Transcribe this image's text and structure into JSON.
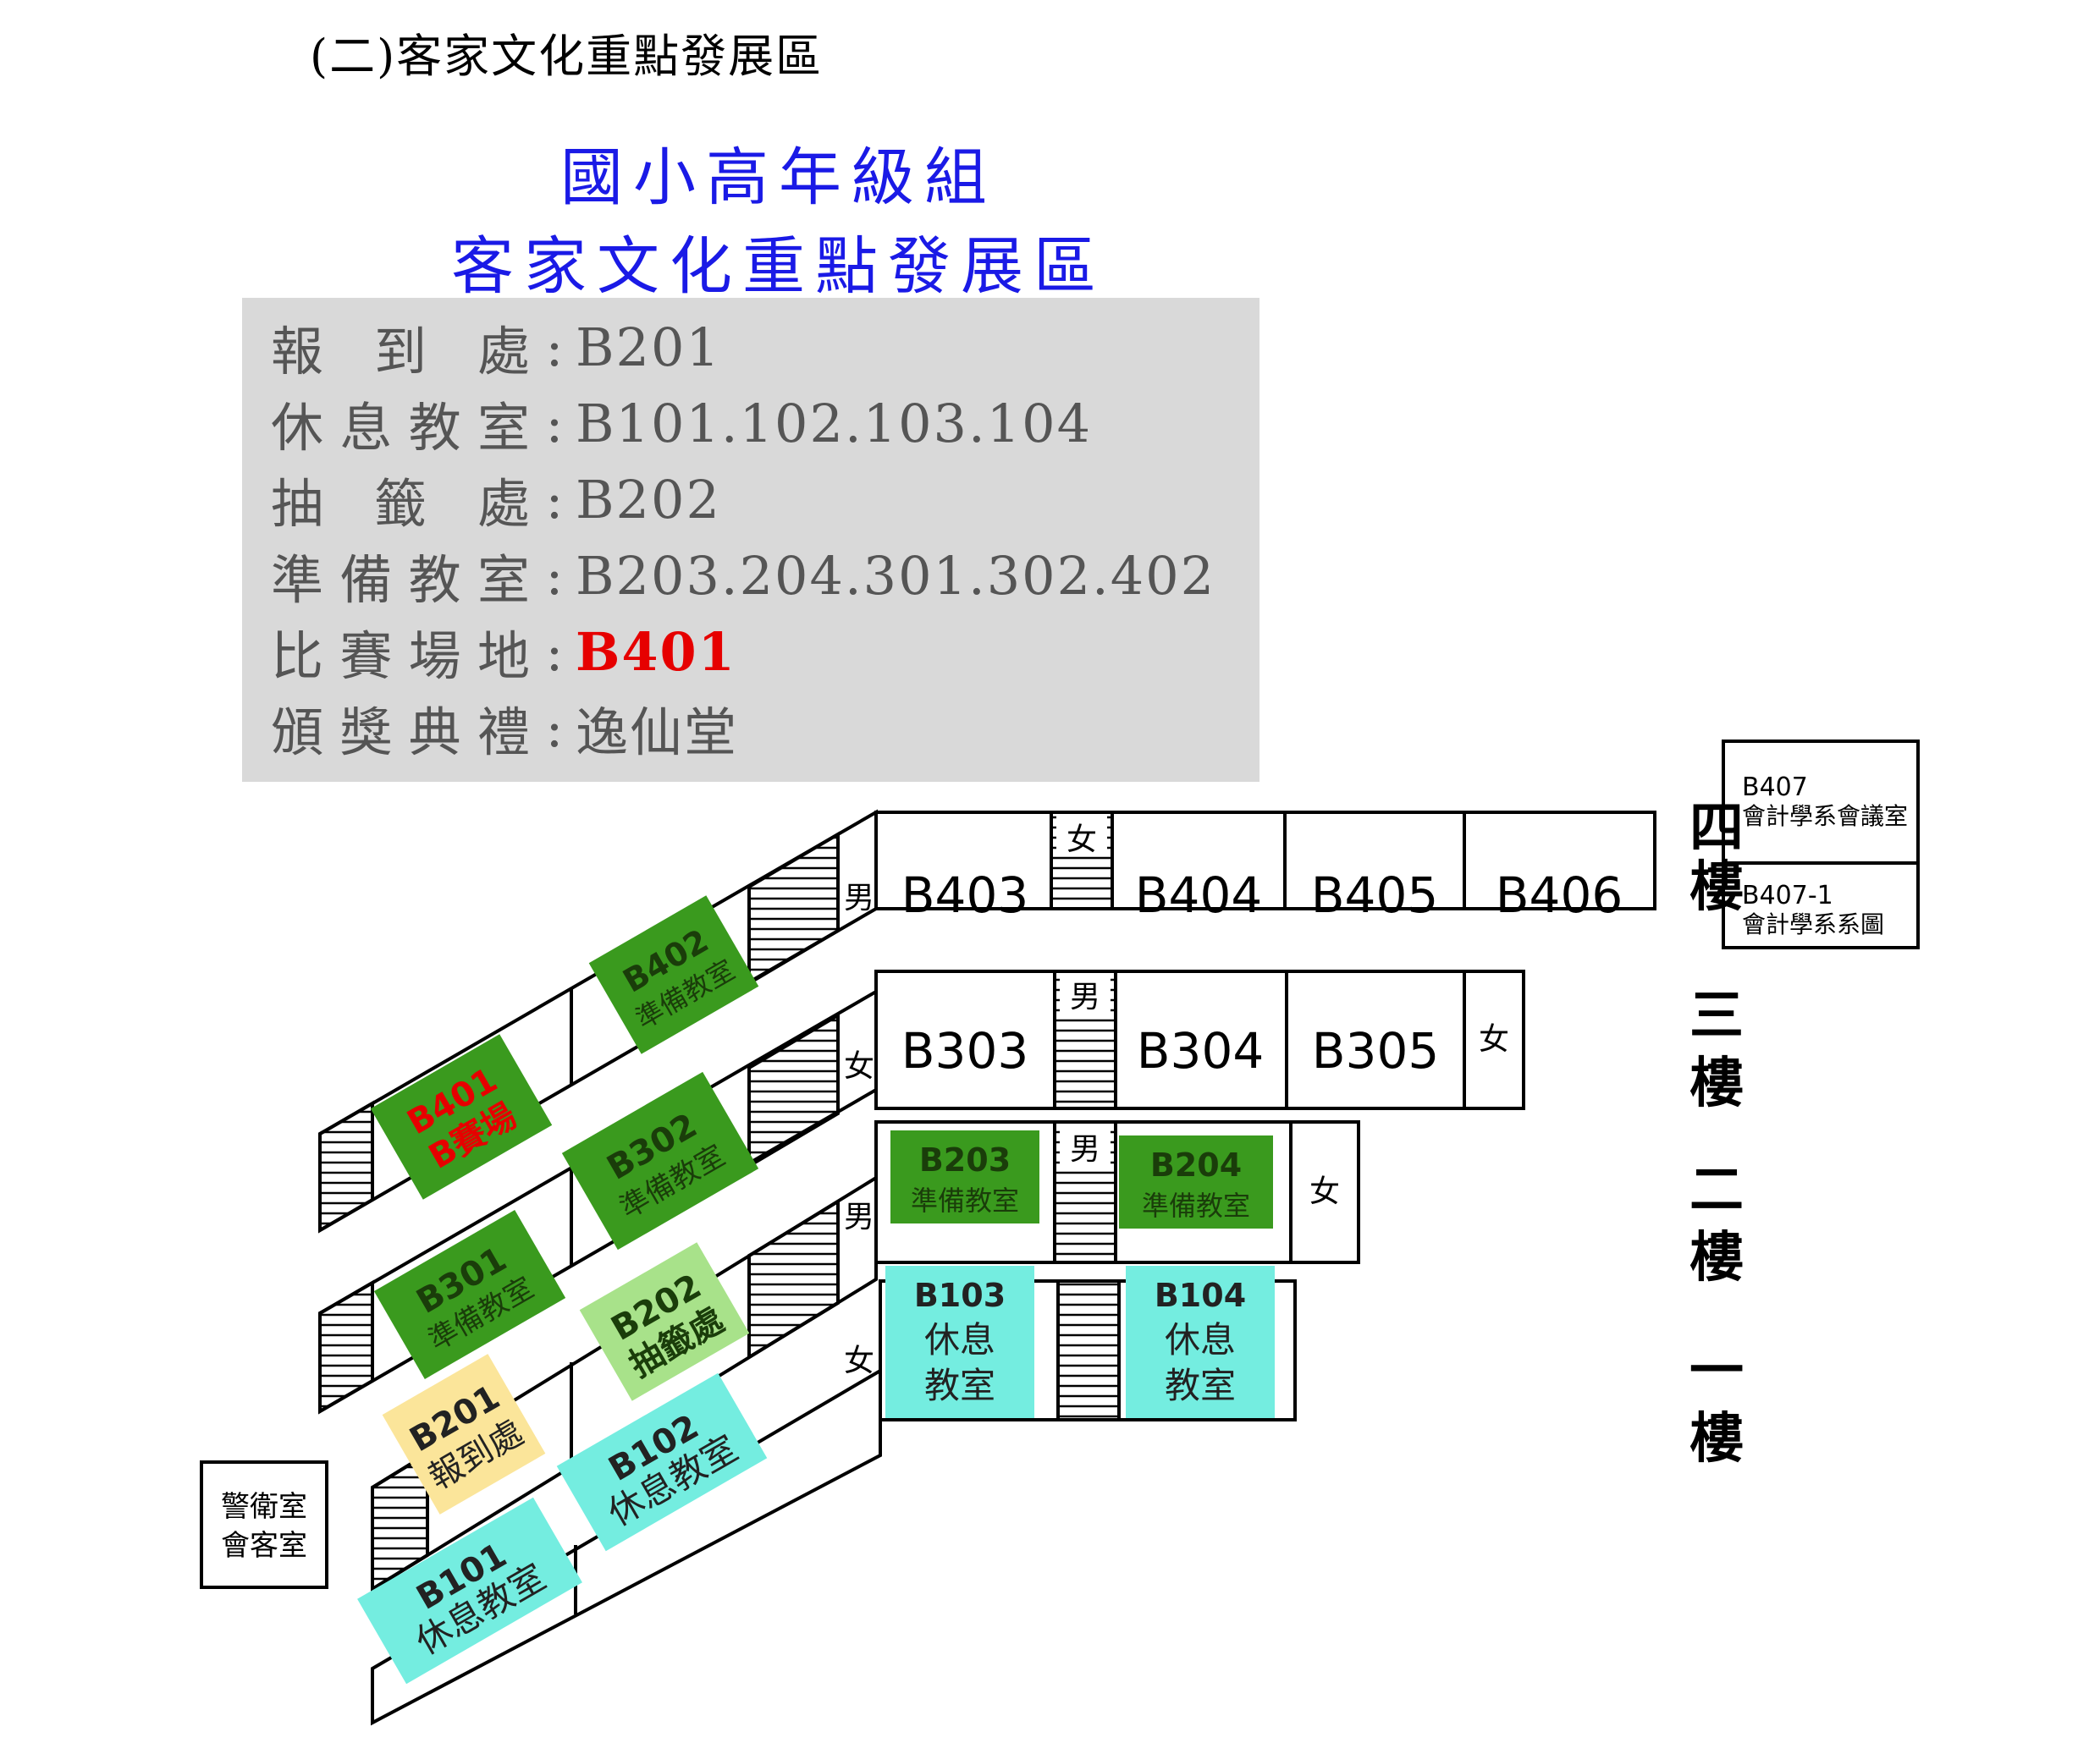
{
  "heading": "(二)客家文化重點發展區",
  "title": {
    "line1": "國小高年級組",
    "line2": "客家文化重點發展區"
  },
  "info": [
    {
      "label": "報 到 處",
      "value": "B201",
      "highlight": false
    },
    {
      "label": "休息教室",
      "value": "B101.102.103.104",
      "highlight": false
    },
    {
      "label": "抽 籤 處",
      "value": "B202",
      "highlight": false
    },
    {
      "label": "準備教室",
      "value": "B203.204.301.302.402",
      "highlight": false
    },
    {
      "label": "比賽場地",
      "value": "B401",
      "highlight": true
    },
    {
      "label": "頒獎典禮",
      "value": "逸仙堂",
      "highlight": false
    }
  ],
  "colors": {
    "title_blue": "#1a1ae6",
    "panel_gray": "#d9d9d9",
    "venue_red": "#e60000",
    "prep_green": "#3a9a1e",
    "draw_lightgreen": "#a8e28a",
    "checkin_yellow": "#fbe59a",
    "rest_cyan": "#74ede0"
  },
  "floors": {
    "f4": "四樓",
    "f3": "三樓",
    "f2": "二樓",
    "f1": "一樓"
  },
  "rooms": {
    "b403": "B403",
    "b404": "B404",
    "b405": "B405",
    "b406": "B406",
    "b303": "B303",
    "b304": "B304",
    "b305": "B305",
    "b407_code": "B407",
    "b407_name": "會計學系會議室",
    "b4071_code": "B407-1",
    "b4071_name": "會計學系系圖"
  },
  "restrooms": {
    "female": "女",
    "male": "男"
  },
  "tags": {
    "b401": {
      "code": "B401",
      "text": "B賽場"
    },
    "b402": {
      "code": "B402",
      "text": "準備教室"
    },
    "b302": {
      "code": "B302",
      "text": "準備教室"
    },
    "b301": {
      "code": "B301",
      "text": "準備教室"
    },
    "b202": {
      "code": "B202",
      "text": "抽籤處"
    },
    "b201": {
      "code": "B201",
      "text": "報到處"
    },
    "b102": {
      "code": "B102",
      "text": "休息教室"
    },
    "b101": {
      "code": "B101",
      "text": "休息教室"
    },
    "b203": {
      "code": "B203",
      "text": "準備教室"
    },
    "b204": {
      "code": "B204",
      "text": "準備教室"
    },
    "b103": {
      "code": "B103",
      "line2": "休息",
      "line3": "教室"
    },
    "b104": {
      "code": "B104",
      "line2": "休息",
      "line3": "教室"
    }
  },
  "guard": {
    "line1": "警衛室",
    "line2": "會客室"
  }
}
